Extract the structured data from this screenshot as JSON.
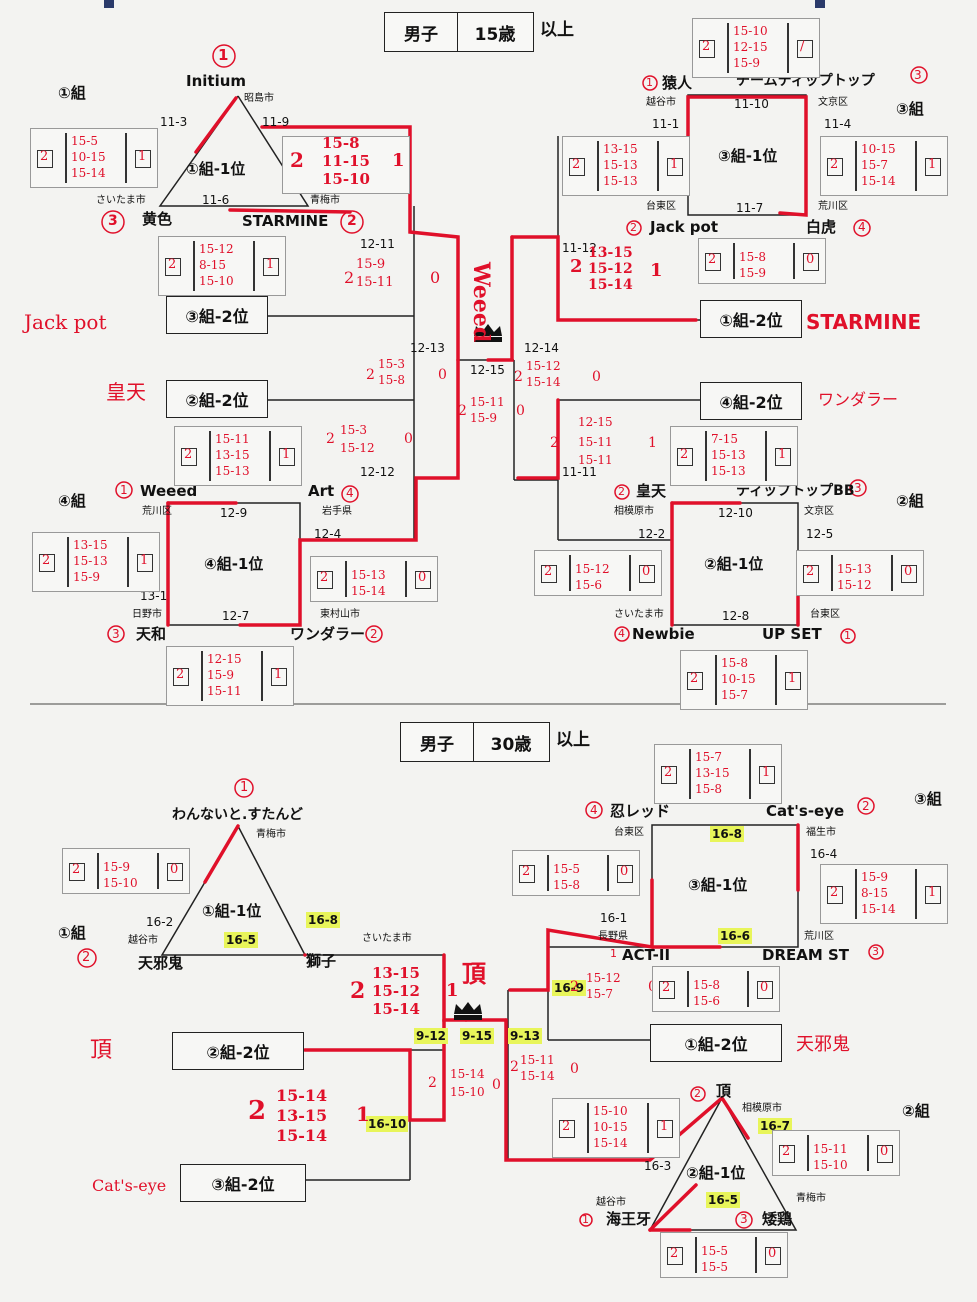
{
  "top": {
    "header": {
      "gender": "男子",
      "age": "15歳",
      "suffix": "以上"
    },
    "groups": {
      "g1": "①組",
      "g2": "②組",
      "g3": "③組",
      "g4": "④組"
    },
    "g1": {
      "box": "①組-1位",
      "teams": {
        "a": "Initium",
        "b": "黄色",
        "c": "STARMINE"
      },
      "cities": {
        "a": "昭島市",
        "b": "さいたま市",
        "c": "青梅市"
      },
      "matches": {
        "ab": "11-3",
        "ac": "11-9",
        "bc": "11-6"
      },
      "ranks": {
        "a": "1",
        "b": "3",
        "c": "2"
      },
      "score1": [
        "15-8",
        "11-15",
        "15-10"
      ],
      "score1_left": "2",
      "score1_right": "1"
    },
    "g3": {
      "box": "③組-1位",
      "teams": {
        "a": "猿人",
        "b": "チームティップトップ",
        "c": "Jack pot",
        "d": "白虎"
      },
      "cities": {
        "a": "越谷市",
        "b": "文京区",
        "c": "台東区",
        "d": "荒川区"
      },
      "matches": {
        "top": "11-10",
        "left": "11-1",
        "right": "11-4",
        "bottom": "11-7"
      },
      "ranks": {
        "a": "1",
        "b": "3",
        "c": "2",
        "d": "4"
      }
    },
    "g4": {
      "box": "④組-1位",
      "teams": {
        "a": "Weeed",
        "b": "Art",
        "c": "天和",
        "d": "ワンダラー"
      },
      "cities": {
        "a": "荒川区",
        "b": "岩手県",
        "c": "日野市",
        "d": "東村山市"
      },
      "matches": {
        "top": "12-9",
        "left": "13-1",
        "right": "12-4",
        "bottom": "12-7"
      },
      "ranks": {
        "a": "1",
        "b": "4",
        "c": "3",
        "d": "2"
      }
    },
    "g2": {
      "box": "②組-1位",
      "teams": {
        "a": "皇天",
        "b": "ティップトップBB",
        "c": "Newbie",
        "d": "UP SET"
      },
      "cities": {
        "a": "相模原市",
        "b": "文京区",
        "c": "さいたま市",
        "d": "台東区"
      },
      "matches": {
        "top": "12-10",
        "left": "12-2",
        "right": "12-5",
        "bottom": "12-8"
      },
      "ranks": {
        "a": "2",
        "b": "3",
        "c": "4",
        "d": "1"
      }
    },
    "slots": {
      "s1": "③組-2位",
      "s2": "②組-2位",
      "s3": "①組-2位",
      "s4": "④組-2位"
    },
    "slot_notes": {
      "s1": "Jack pot",
      "s2": "皇天",
      "s3": "STARMINE",
      "s4": "ワンダラー"
    },
    "bracket": {
      "m1": "12-11",
      "m2": "12-13",
      "m3": "12-15",
      "m4": "12-14",
      "m5": "11-12",
      "m6": "12-12",
      "m7": "11-11"
    },
    "winner": "Weeed",
    "notes": {
      "n1": [
        "15-9",
        "15-11"
      ],
      "n1_l": "2",
      "n1_r": "0",
      "n2": [
        "15-3",
        "15-8"
      ],
      "n2_l": "2",
      "n2_r": "0",
      "n3": [
        "15-11",
        "15-9"
      ],
      "n3_l": "2",
      "n3_r": "0",
      "n4": [
        "15-12",
        "15-14"
      ],
      "n4_l": "2",
      "n4_r": "0",
      "n5": [
        "12-15",
        "15-11",
        "15-11"
      ],
      "n5_l": "2",
      "n5_r": "1",
      "n6": [
        "15-3",
        "15-12"
      ],
      "n6_l": "2",
      "n6_r": "0",
      "n7": [
        "13-15",
        "15-12",
        "15-14"
      ],
      "n7_l": "2",
      "n7_r": "1"
    },
    "grids": [
      {
        "l": "2",
        "r": "1",
        "rows": [
          "15-5",
          "10-15",
          "15-14"
        ]
      },
      {
        "l": "2",
        "r": "1",
        "rows": [
          "15-12",
          "8-15",
          "15-10"
        ]
      },
      {
        "l": "2",
        "r": "/",
        "rows": [
          "15-10",
          "12-15",
          "15-9"
        ]
      },
      {
        "l": "2",
        "r": "1",
        "rows": [
          "13-15",
          "15-13",
          "15-13"
        ]
      },
      {
        "l": "2",
        "r": "1",
        "rows": [
          "10-15",
          "15-7",
          "15-14"
        ]
      },
      {
        "l": "2",
        "r": "0",
        "rows": [
          "15-13",
          "15-14"
        ]
      },
      {
        "l": "2",
        "r": "1",
        "rows": [
          "15-11",
          "13-15",
          "15-13"
        ]
      },
      {
        "l": "2",
        "r": "1",
        "rows": [
          "7-15",
          "15-13",
          "15-13"
        ]
      },
      {
        "l": "2",
        "r": "1",
        "rows": [
          "13-15",
          "15-13",
          "15-9"
        ]
      },
      {
        "l": "2",
        "r": "0",
        "rows": [
          "15-12",
          "15-6"
        ]
      },
      {
        "l": "2",
        "r": "1",
        "rows": [
          "12-15",
          "15-9",
          "15-11"
        ]
      },
      {
        "l": "2",
        "r": "0",
        "rows": [
          "15-13",
          "15-12"
        ]
      },
      {
        "l": "2",
        "r": "1",
        "rows": [
          "15-8",
          "10-15",
          "15-7"
        ]
      },
      {
        "l": "2",
        "r": "0",
        "rows": [
          "15-8",
          "15-9"
        ]
      }
    ]
  },
  "bottom": {
    "header": {
      "gender": "男子",
      "age": "30歳",
      "suffix": "以上"
    },
    "groups": {
      "g1": "①組",
      "g2": "②組",
      "g3": "③組"
    },
    "g1": {
      "box": "①組-1位",
      "teams": {
        "a": "わんないと.すたんど",
        "b": "天邪鬼",
        "c": "獅子"
      },
      "cities": {
        "a": "青梅市",
        "b": "越谷市",
        "c": "さいたま市"
      },
      "matches": {
        "ab": "16-2",
        "ac": "16-8",
        "bc": "16-5"
      },
      "ranks": {
        "a": "1",
        "b": "2"
      }
    },
    "g3": {
      "box": "③組-1位",
      "teams": {
        "a": "忍レッド",
        "b": "Cat's-eye",
        "c": "ACT-II",
        "d": "DREAM ST"
      },
      "cities": {
        "a": "台東区",
        "b": "福生市",
        "c": "長野県",
        "d": "荒川区"
      },
      "matches": {
        "top": "16-8",
        "left": "16-1",
        "right": "16-4",
        "bottom": "16-6"
      },
      "ranks": {
        "a": "4",
        "b": "2",
        "c": "1",
        "d": "3"
      }
    },
    "g2": {
      "box": "②組-1位",
      "teams": {
        "a": "頂",
        "b": "海王牙",
        "c": "矮鶏"
      },
      "cities": {
        "a": "相模原市",
        "b": "越谷市",
        "c": "青梅市"
      },
      "matches": {
        "ab": "16-3",
        "ac": "16-7",
        "bc": "16-5"
      },
      "ranks": {
        "a": "2",
        "b": "1",
        "c": "3"
      }
    },
    "slots": {
      "s1": "②組-2位",
      "s2": "③組-2位",
      "s3": "①組-2位"
    },
    "slot_notes": {
      "s1": "頂",
      "s2": "Cat's-eye",
      "s3": "天邪鬼"
    },
    "bracket": {
      "m1": "9-12",
      "m2": "9-15",
      "m3": "9-13",
      "m4": "16-9",
      "m5": "16-10"
    },
    "winner": "頂",
    "notes": {
      "n1": [
        "13-15",
        "15-12",
        "15-14"
      ],
      "n1_l": "2",
      "n1_r": "1",
      "n2": [
        "15-12",
        "15-7"
      ],
      "n2_l": "2",
      "n2_r": "0",
      "n3": [
        "15-14",
        "13-15",
        "15-14"
      ],
      "n3_l": "2",
      "n3_r": "1",
      "n4": [
        "15-14",
        "15-10"
      ],
      "n4_l": "2",
      "n4_r": "0",
      "n5": [
        "15-11",
        "15-14"
      ],
      "n5_l": "2",
      "n5_r": "0"
    },
    "grids": [
      {
        "l": "2",
        "r": "1",
        "rows": [
          "15-7",
          "13-15",
          "15-8"
        ]
      },
      {
        "l": "2",
        "r": "0",
        "rows": [
          "15-9",
          "15-10"
        ]
      },
      {
        "l": "2",
        "r": "0",
        "rows": [
          "15-5",
          "15-8"
        ]
      },
      {
        "l": "2",
        "r": "1",
        "rows": [
          "15-9",
          "8-15",
          "15-14"
        ]
      },
      {
        "l": "2",
        "r": "0",
        "rows": [
          "15-8",
          "15-6"
        ]
      },
      {
        "l": "2",
        "r": "1",
        "rows": [
          "15-10",
          "10-15",
          "15-14"
        ]
      },
      {
        "l": "2",
        "r": "0",
        "rows": [
          "15-11",
          "15-10"
        ]
      },
      {
        "l": "2",
        "r": "0",
        "rows": [
          "15-5",
          "15-5"
        ]
      }
    ]
  }
}
